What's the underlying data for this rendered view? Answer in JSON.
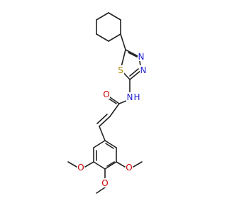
{
  "colors": {
    "bond": "#222222",
    "carbon": "#222222",
    "oxygen": "#cc0000",
    "nitrogen": "#1f1fd0",
    "sulfur": "#b08800"
  },
  "atoms": {
    "s1": "S",
    "n_ring_top": "N",
    "n_ring_lower": "N",
    "n_amide": "N",
    "h_amide": "H",
    "o_carbonyl": "O",
    "o_meta_left": "O",
    "o_para": "O",
    "o_meta_right": "O"
  }
}
